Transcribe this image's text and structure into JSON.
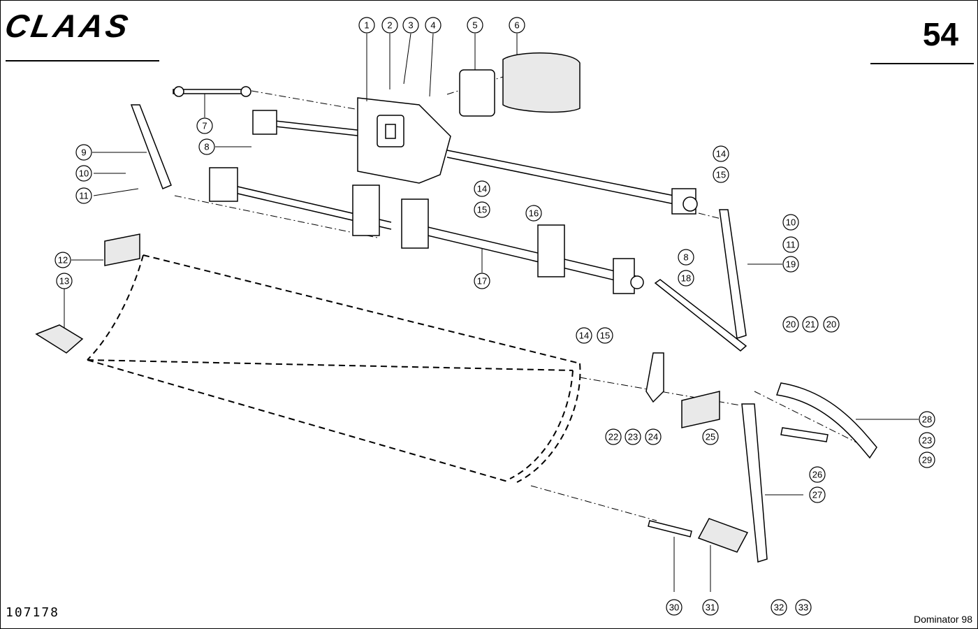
{
  "header": {
    "brand": "CLAAS",
    "page_number": "54"
  },
  "footer": {
    "drawing_number": "107178",
    "model": "Dominator 98"
  },
  "callouts": [
    "1",
    "2",
    "3",
    "4",
    "5",
    "6",
    "7",
    "8",
    "9",
    "10",
    "11",
    "12",
    "13",
    "14",
    "15",
    "14",
    "15",
    "16",
    "17",
    "8",
    "14",
    "15",
    "10",
    "11",
    "19",
    "18",
    "20",
    "21",
    "20",
    "22",
    "23",
    "24",
    "25",
    "28",
    "23",
    "29",
    "26",
    "27",
    "30",
    "31",
    "32",
    "33"
  ]
}
